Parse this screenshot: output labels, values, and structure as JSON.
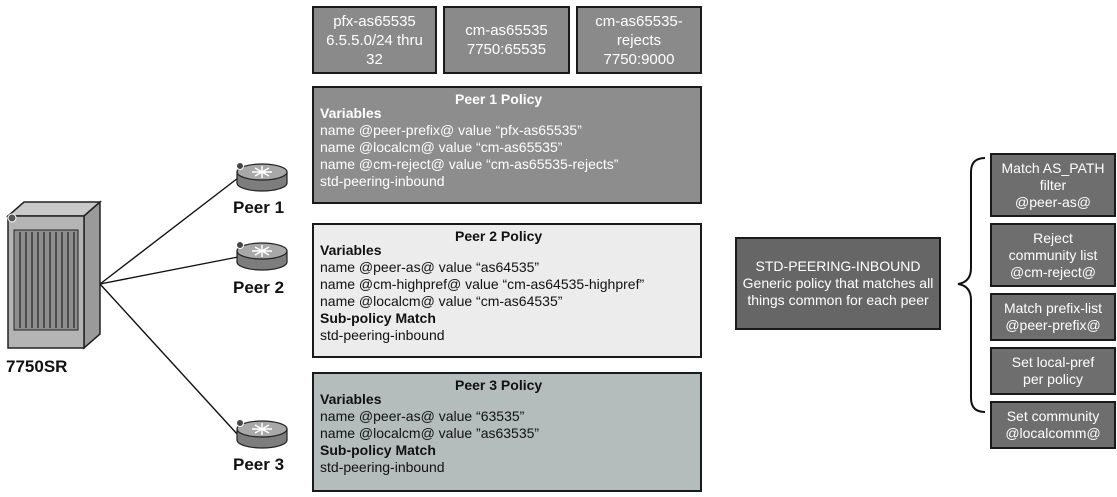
{
  "device_label": "7750SR",
  "peers": [
    {
      "label": "Peer 1"
    },
    {
      "label": "Peer 2"
    },
    {
      "label": "Peer 3"
    }
  ],
  "top_boxes": [
    {
      "lines": [
        "pfx-as65535",
        "6.5.5.0/24 thru",
        "32"
      ]
    },
    {
      "lines": [
        "cm-as65535",
        "7750:65535"
      ]
    },
    {
      "lines": [
        "cm-as65535-",
        "rejects",
        "7750:9000"
      ]
    }
  ],
  "policies": [
    {
      "title": "Peer 1 Policy",
      "lines": [
        "Variables",
        "name @peer-prefix@ value “pfx-as65535”",
        "name @localcm@ value “cm-as65535”",
        "name @cm-reject@ value “cm-as65535-rejects”",
        "std-peering-inbound"
      ]
    },
    {
      "title": "Peer 2 Policy",
      "lines": [
        "Variables",
        "name @peer-as@ value “as64535”",
        "name @cm-highpref@ value “cm-as64535-highpref”",
        "name @localcm@ value “cm-as64535”",
        "Sub-policy Match",
        "std-peering-inbound"
      ]
    },
    {
      "title": "Peer 3 Policy",
      "lines": [
        "Variables",
        "name @peer-as@ value “63535”",
        "name @localcm@ value ”as63535”",
        "Sub-policy Match",
        "std-peering-inbound"
      ]
    }
  ],
  "std_policy": {
    "title": "STD-PEERING-INBOUND",
    "lines": [
      "Generic policy that matches all",
      "things common for each peer"
    ]
  },
  "right_boxes": [
    {
      "lines": [
        "Match AS_PATH",
        "filter",
        "@peer-as@"
      ]
    },
    {
      "lines": [
        "Reject",
        "community list",
        "@cm-reject@"
      ]
    },
    {
      "lines": [
        "Match prefix-list",
        "@peer-prefix@"
      ]
    },
    {
      "lines": [
        "Set local-pref",
        "per policy"
      ]
    },
    {
      "lines": [
        "Set community",
        "@localcomm@"
      ]
    }
  ]
}
